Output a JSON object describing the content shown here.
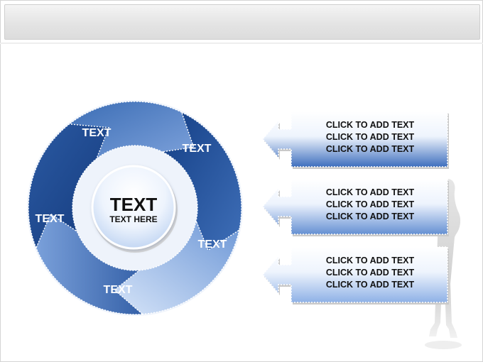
{
  "diagram": {
    "segments": [
      {
        "label": "TEXT"
      },
      {
        "label": "TEXT"
      },
      {
        "label": "TEXT"
      },
      {
        "label": "TEXT"
      },
      {
        "label": "TEXT"
      }
    ],
    "center": {
      "title": "TEXT",
      "subtitle": "TEXT HERE"
    }
  },
  "callouts": [
    {
      "lines": [
        "CLICK TO ADD TEXT",
        "CLICK TO ADD TEXT",
        "CLICK TO ADD TEXT"
      ]
    },
    {
      "lines": [
        "CLICK TO ADD TEXT",
        "CLICK TO ADD TEXT",
        "CLICK TO ADD TEXT"
      ]
    },
    {
      "lines": [
        "CLICK TO ADD TEXT",
        "CLICK TO ADD TEXT",
        "CLICK TO ADD TEXT"
      ]
    }
  ],
  "colors": {
    "dark_blue": "#1d4f96",
    "mid_blue": "#3f6fb5",
    "light_blue": "#8fb1e4",
    "pale_blue": "#d9e7fa",
    "silhouette": "#d6d6d6"
  }
}
